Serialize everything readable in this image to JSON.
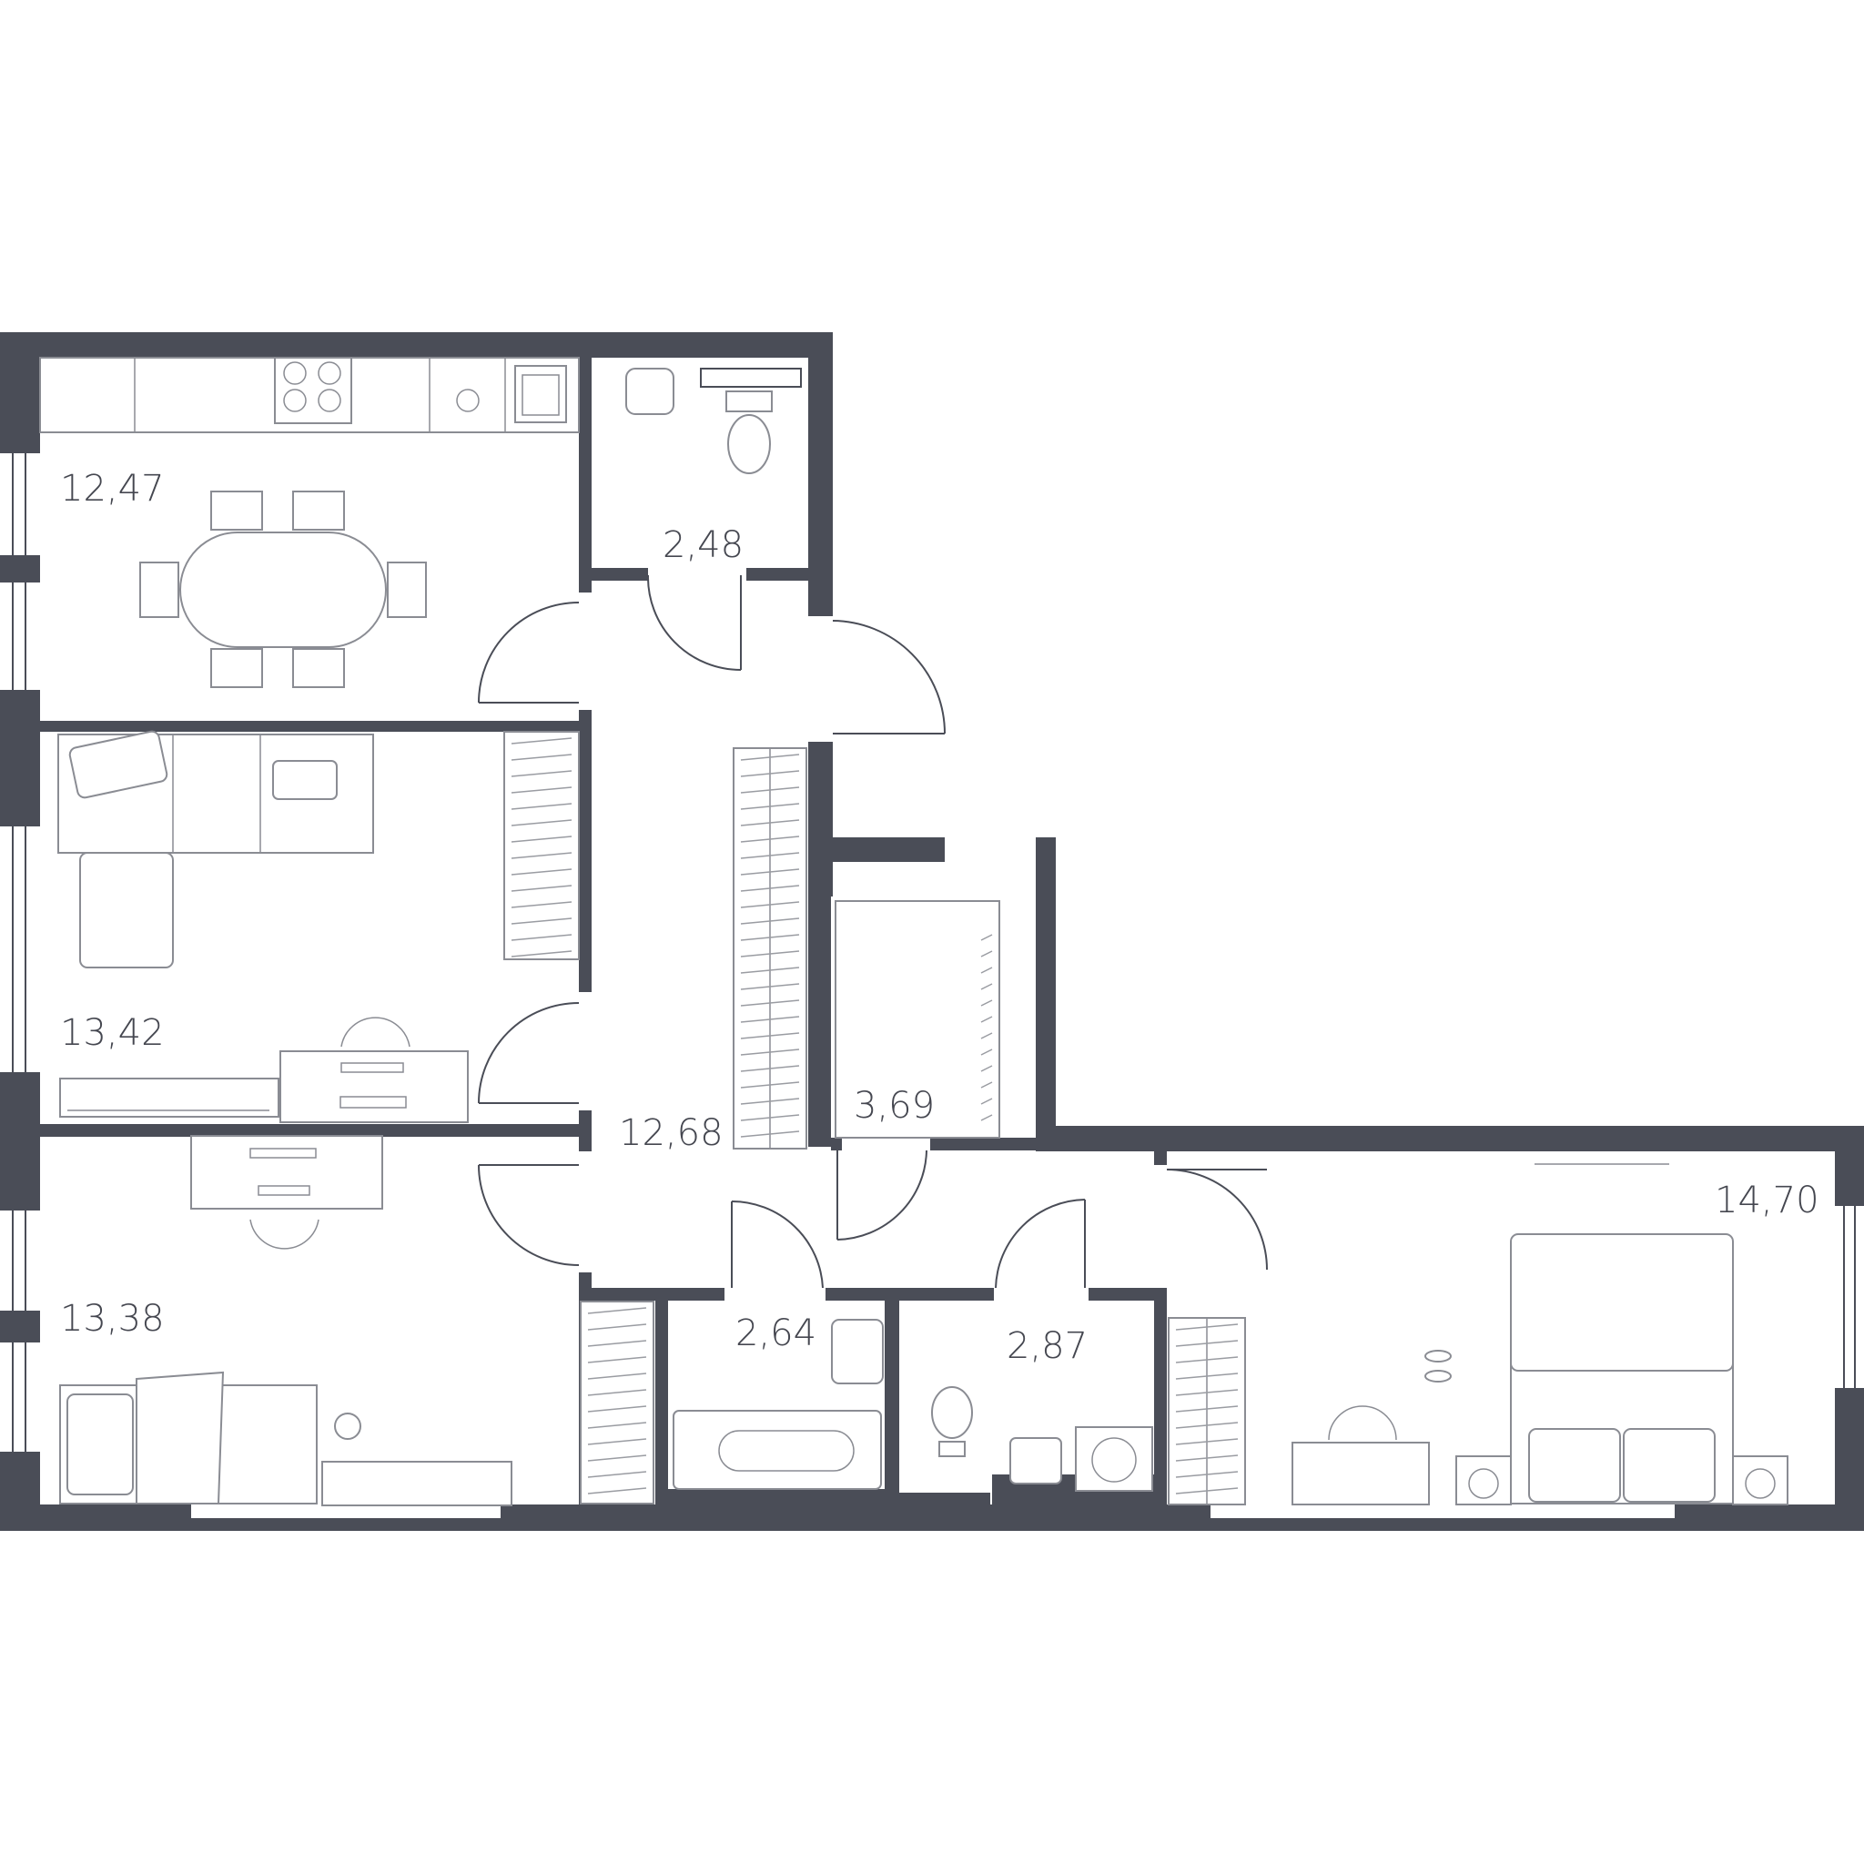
{
  "plan": {
    "wall_color": "#4a4d57",
    "furniture_color": "#8a8c93",
    "rooms": [
      {
        "id": "kitchen",
        "area": "12,47"
      },
      {
        "id": "wc-1",
        "area": "2,48"
      },
      {
        "id": "living-room",
        "area": "13,42"
      },
      {
        "id": "hall",
        "area": "12,68"
      },
      {
        "id": "wardrobe",
        "area": "3,69"
      },
      {
        "id": "bedroom-1",
        "area": "13,38"
      },
      {
        "id": "bathroom",
        "area": "2,64"
      },
      {
        "id": "wc-2",
        "area": "2,87"
      },
      {
        "id": "bedroom-2",
        "area": "14,70"
      }
    ]
  }
}
